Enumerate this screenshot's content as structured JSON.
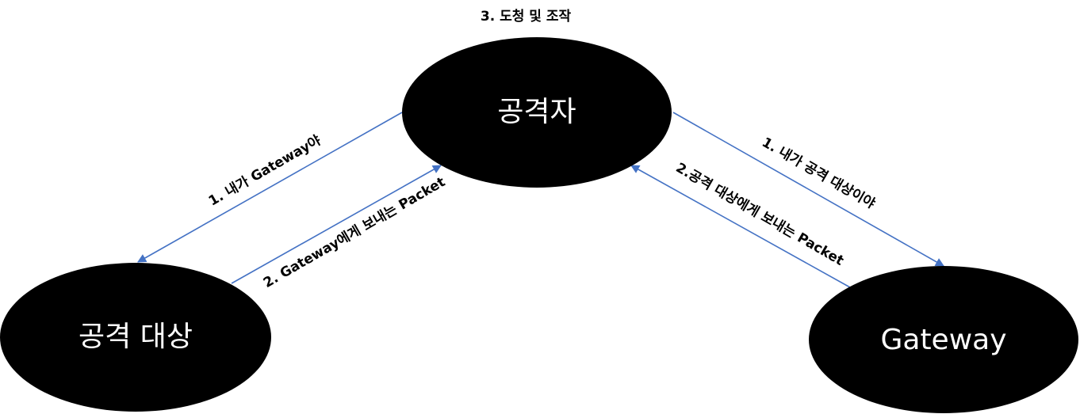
{
  "title": "3. 도청 및 조작",
  "colors": {
    "node_fill": "#000000",
    "node_text": "#ffffff",
    "edge": "#4472c4",
    "label_text": "#000000"
  },
  "nodes": {
    "attacker": {
      "label": "공격자"
    },
    "victim": {
      "label": "공격 대상"
    },
    "gateway": {
      "label": "Gateway"
    }
  },
  "edges": {
    "attacker_to_victim": {
      "label": "1. 내가 Gateway야"
    },
    "victim_to_attacker": {
      "label": "2. Gateway에게 보내는 Packet"
    },
    "attacker_to_gateway": {
      "label": "1. 내가 공격 대상이야"
    },
    "gateway_to_attacker": {
      "label": "2.공격 대상에게 보내는 Packet"
    }
  }
}
